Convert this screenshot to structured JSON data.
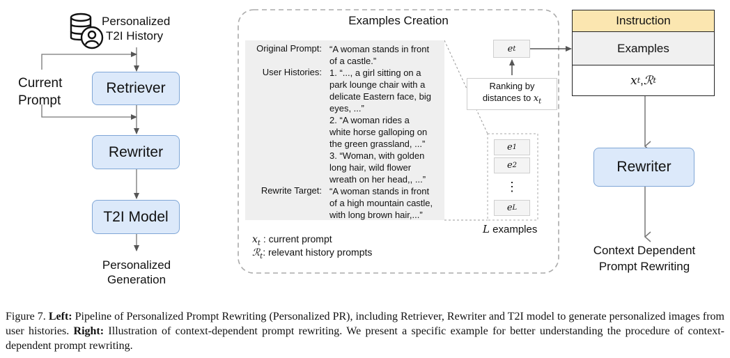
{
  "left": {
    "db_label_line1": "Personalized",
    "db_label_line2": "T2I History",
    "current_prompt_line1": "Current",
    "current_prompt_line2": "Prompt",
    "retriever": "Retriever",
    "rewriter": "Rewriter",
    "t2i_model": "T2I Model",
    "output_line1": "Personalized",
    "output_line2": "Generation"
  },
  "middle": {
    "title": "Examples Creation",
    "original_prompt_label": "Original Prompt:",
    "original_prompt_lines": [
      "“A woman stands in front",
      "of a castle.”"
    ],
    "user_histories_label": "User Histories:",
    "user_histories_lines": [
      "1. “..., a girl sitting on a",
      "park lounge chair with a",
      "delicate Eastern face, big",
      "eyes, ...”",
      "2. “A woman rides a",
      "white horse galloping on",
      "the green grassland, ...”",
      "3. “Woman, with golden",
      "long hair, wild flower",
      "wreath on her head,, ...”"
    ],
    "rewrite_target_label": "Rewrite Target:",
    "rewrite_target_lines": [
      "“A woman stands in front",
      "of a high mountain castle,",
      "with long brown hair,...”"
    ],
    "legend_x_sym": "x",
    "legend_x_sub": "t",
    "legend_x_text": " : current prompt",
    "legend_r_sym": "ℛ",
    "legend_r_sub": "t",
    "legend_r_text": ": relevant history prompts",
    "et_sym": "e",
    "et_sub": "t",
    "ranking_line1": "Ranking by",
    "ranking_line2": "distances to",
    "ranking_sym": "x",
    "ranking_sub": "t",
    "examples_list": [
      {
        "sym": "e",
        "sub": "1"
      },
      {
        "sym": "e",
        "sub": "2"
      },
      {
        "sym": "⋮",
        "sub": ""
      },
      {
        "sym": "e",
        "sub": "L"
      }
    ],
    "examples_count_sym": "L",
    "examples_count_text": " examples"
  },
  "right": {
    "instruction": "Instruction",
    "examples": "Examples",
    "input_x": "x",
    "input_x_sub": "t",
    "input_sep": ", ",
    "input_r": "ℛ",
    "input_r_sub": "t",
    "rewriter": "Rewriter",
    "output_line1": "Context Dependent",
    "output_line2": "Prompt Rewriting"
  },
  "caption": {
    "fig": "Figure 7. ",
    "left_label": "Left:",
    "left_text": " Pipeline of Personalized Prompt Rewriting (Personalized PR), including Retriever, Rewriter and T2I model to generate personalized images from user histories. ",
    "right_label": "Right:",
    "right_text": " Illustration of context-dependent prompt rewriting. We present a specific example for better understanding the procedure of context-dependent prompt rewriting."
  }
}
